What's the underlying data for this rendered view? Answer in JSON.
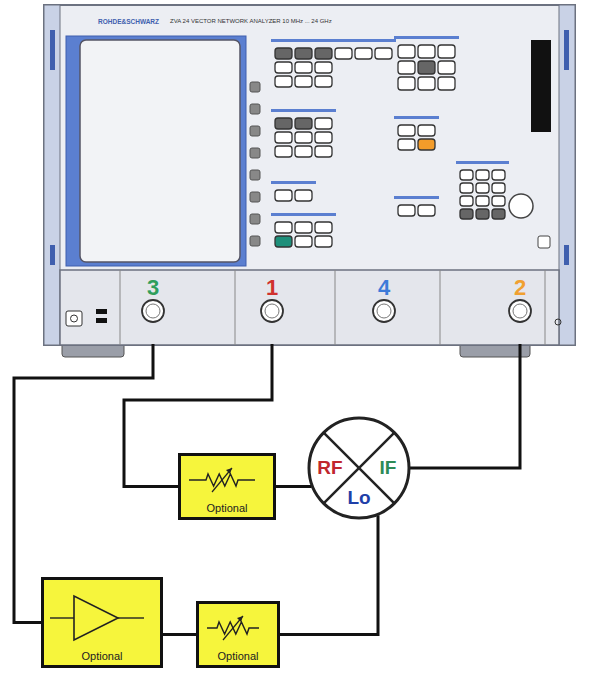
{
  "diagram": {
    "nodes": [
      {
        "text": [
          "3"
        ]
      },
      {
        "text": [
          "1"
        ]
      },
      {
        "text": [
          "4"
        ]
      },
      {
        "text": [
          "2"
        ]
      },
      {
        "text": [
          "Optional"
        ]
      },
      {
        "text": [
          "RF",
          "IF",
          "Lo"
        ]
      },
      {
        "text": [
          "Optional"
        ]
      },
      {
        "text": [
          "Optional"
        ]
      }
    ],
    "edges": [
      {
        "from": 0,
        "to": 6,
        "arrow": "none"
      },
      {
        "from": 1,
        "to": 4,
        "arrow": "none"
      },
      {
        "from": 4,
        "to": 5,
        "arrow": "none"
      },
      {
        "from": 5,
        "to": 3,
        "arrow": "none"
      },
      {
        "from": 6,
        "to": 7,
        "arrow": "none"
      },
      {
        "from": 7,
        "to": 5,
        "arrow": "none"
      }
    ],
    "labels": [
      "ROHDE&SCHWARZ",
      "ZVA 24 VECTOR NETWORK ANALYZER 10 MHz ... 24 GHz"
    ]
  }
}
